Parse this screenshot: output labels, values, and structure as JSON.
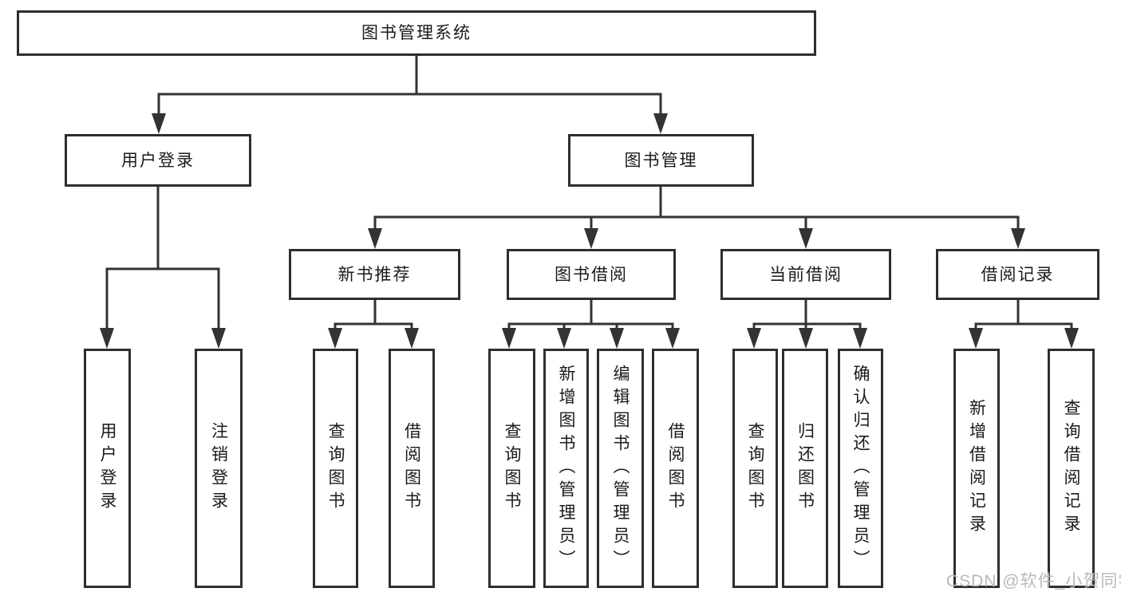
{
  "nodes": {
    "root": {
      "label": "图书管理系统"
    },
    "user_login": {
      "label": "用户登录",
      "children": {
        "login": {
          "label": "用户登录"
        },
        "logout": {
          "label": "注销登录"
        }
      }
    },
    "book_mgmt": {
      "label": "图书管理",
      "children": {
        "new_book_rec": {
          "label": "新书推荐",
          "children": {
            "query_book": {
              "label": "查询图书"
            },
            "borrow_book": {
              "label": "借阅图书"
            }
          }
        },
        "book_borrow": {
          "label": "图书借阅",
          "children": {
            "query_book": {
              "label": "查询图书"
            },
            "add_book": {
              "label": "新增图书（管理员）"
            },
            "edit_book": {
              "label": "编辑图书（管理员）"
            },
            "borrow_book": {
              "label": "借阅图书"
            }
          }
        },
        "current_borrow": {
          "label": "当前借阅",
          "children": {
            "query_book": {
              "label": "查询图书"
            },
            "return_book": {
              "label": "归还图书"
            },
            "confirm_return": {
              "label": "确认归还（管理员）"
            }
          }
        },
        "borrow_records": {
          "label": "借阅记录",
          "children": {
            "add_record": {
              "label": "新增借阅记录"
            },
            "query_record": {
              "label": "查询借阅记录"
            }
          }
        }
      }
    }
  },
  "watermark": {
    "text": "CSDN @软件_小贺同学"
  },
  "colors": {
    "line": "#333333",
    "box_border": "#2e2e2e",
    "text": "#1a1a1a",
    "background": "#ffffff",
    "watermark": "#b9b9b9"
  }
}
